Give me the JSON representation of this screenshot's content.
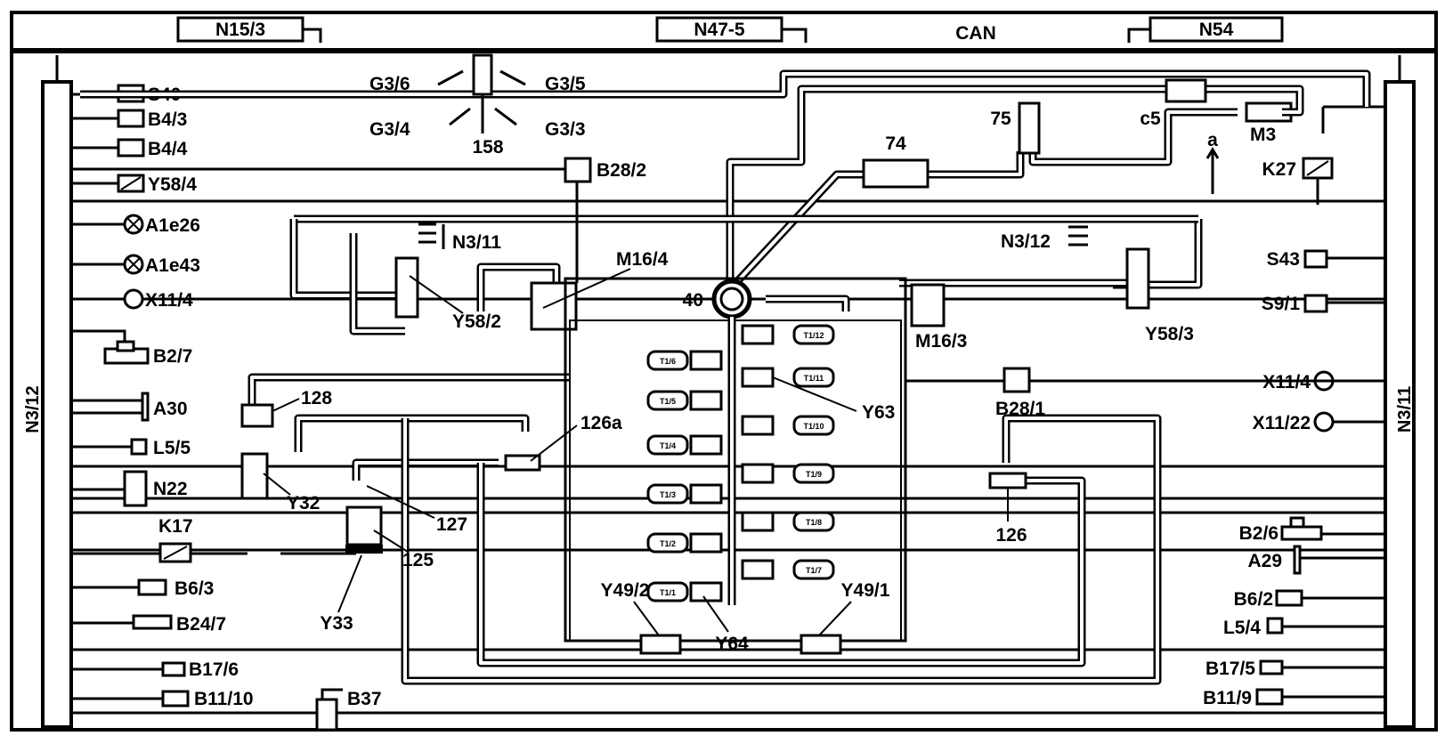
{
  "bus": {
    "label": "CAN",
    "modules": [
      "N15/3",
      "N47-5",
      "N54"
    ]
  },
  "controllers": {
    "left": "N3/12",
    "right": "N3/11"
  },
  "left_components": [
    "S40",
    "B4/3",
    "B4/4",
    "Y58/4",
    "A1e26",
    "A1e43",
    "X11/4",
    "B2/7",
    "A30",
    "L5/5",
    "N22",
    "K17",
    "B6/3",
    "B24/7",
    "B17/6",
    "B11/10",
    "B37"
  ],
  "right_components": [
    "S43",
    "S9/1",
    "X11/4",
    "X11/22",
    "B2/6",
    "A29",
    "B6/2",
    "L5/4",
    "B17/5",
    "B11/9",
    "K27",
    "M3",
    "a"
  ],
  "center_components": {
    "G3/6": "G3/6",
    "G3/5": "G3/5",
    "G3/4": "G3/4",
    "G3/3": "G3/3",
    "158": "158",
    "B28/2": "B28/2",
    "N3/11": "N3/11",
    "N3/12": "N3/12",
    "M16/4": "M16/4",
    "M16/3": "M16/3",
    "Y58/2": "Y58/2",
    "Y58/3": "Y58/3",
    "40": "40",
    "74": "74",
    "75": "75",
    "c5": "c5",
    "B28/1": "B28/1",
    "Y63": "Y63",
    "Y64": "Y64",
    "Y49/2": "Y49/2",
    "Y49/1": "Y49/1",
    "128": "128",
    "126a": "126a",
    "127": "127",
    "125": "125",
    "126": "126",
    "Y32": "Y32",
    "Y33": "Y33"
  },
  "valves_left": [
    "T1/6",
    "T1/5",
    "T1/4",
    "T1/3",
    "T1/2",
    "T1/1"
  ],
  "valves_right": [
    "T1/12",
    "T1/11",
    "T1/10",
    "T1/9",
    "T1/8",
    "T1/7"
  ],
  "colors": {
    "ink": "#000000",
    "paper": "#ffffff"
  }
}
